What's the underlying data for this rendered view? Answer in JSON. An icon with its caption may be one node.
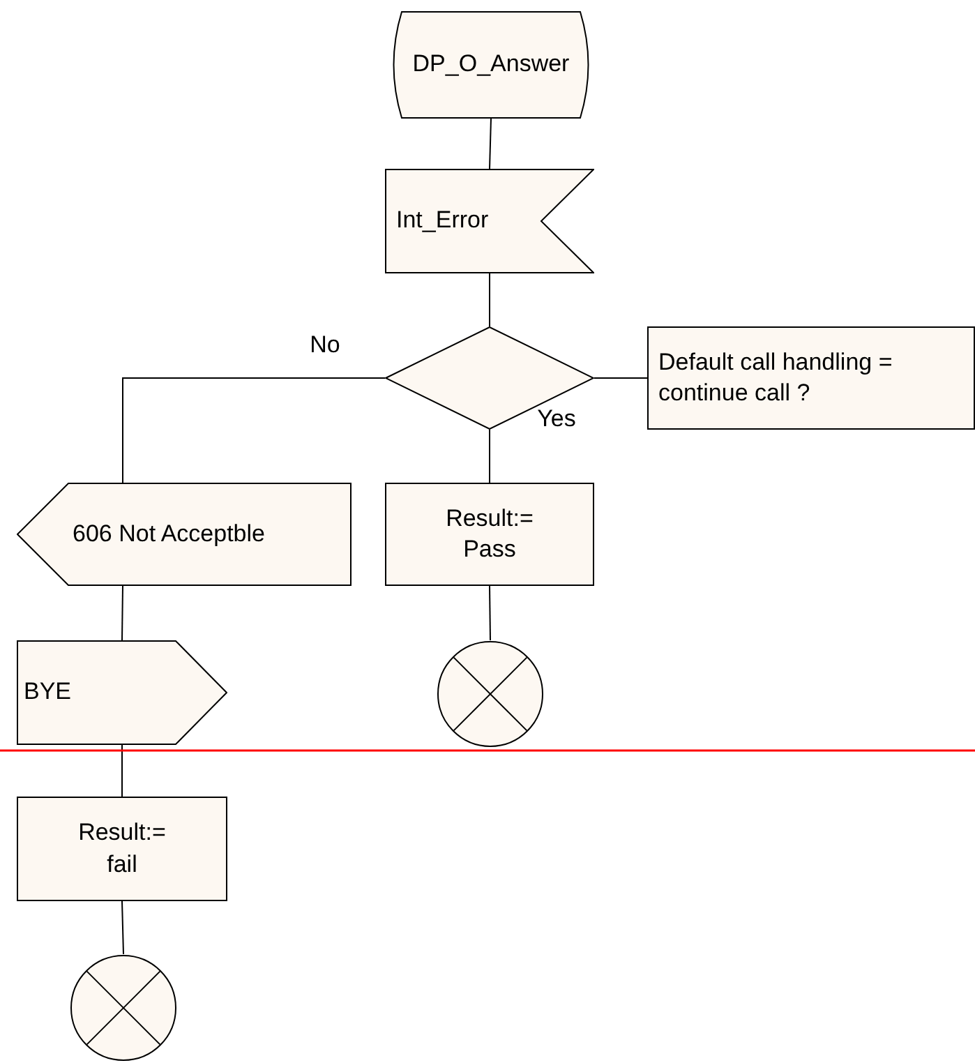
{
  "diagram": {
    "nodes": [
      {
        "text": [
          "DP_O_Answer"
        ]
      },
      {
        "text": [
          "Int_Error"
        ]
      },
      {
        "text": [],
        "shape": "diamond"
      },
      {
        "text": [
          "Default call handling = continue call ?"
        ]
      },
      {
        "text": [
          "606 Not Acceptble"
        ]
      },
      {
        "text": [
          "Result:= Pass"
        ]
      },
      {
        "text": [
          "BYE"
        ]
      },
      {
        "text": [],
        "shape": "circle"
      },
      {
        "text": [
          "Result:= fail"
        ]
      },
      {
        "text": [],
        "shape": "circle"
      }
    ],
    "edges": [
      {
        "from": 0,
        "to": 1,
        "arrow": "none"
      },
      {
        "from": 1,
        "to": 2,
        "arrow": "none"
      },
      {
        "from": 2,
        "to": 3,
        "arrow": "none"
      },
      {
        "from": 2,
        "to": 4,
        "label": "No",
        "arrow": "none"
      },
      {
        "from": 2,
        "to": 5,
        "label": "Yes",
        "arrow": "none"
      },
      {
        "from": 4,
        "to": 6,
        "arrow": "none"
      },
      {
        "from": 5,
        "to": 7,
        "arrow": "none"
      },
      {
        "from": 6,
        "to": 8,
        "arrow": "none"
      },
      {
        "from": 8,
        "to": 9,
        "arrow": "none"
      }
    ]
  }
}
